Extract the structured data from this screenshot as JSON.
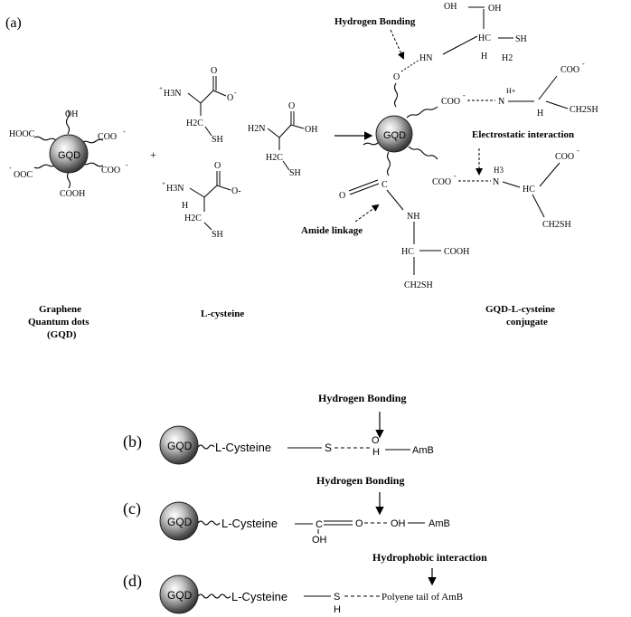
{
  "panel_labels": {
    "a": "(a)",
    "b": "(b)",
    "c": "(c)",
    "d": "(d)"
  },
  "gqd_label": "GQD",
  "plus": "+",
  "gqd_groups": {
    "oh": "OH",
    "hooc": "HOOC",
    "coo_right": "COO",
    "coo_left": "OOC",
    "coo_lower": "COO",
    "cooh": "COOH",
    "minus": "-"
  },
  "cysteine_a": {
    "h3n": "H3N",
    "plus": "+",
    "carbon_o": "O",
    "o_minus": "O",
    "minus": "-",
    "h2c": "H2C",
    "sh": "SH"
  },
  "cysteine_b": {
    "h2n": "H2N",
    "o": "O",
    "oh": "OH",
    "h2c": "H2C",
    "sh": "SH"
  },
  "cysteine_c": {
    "h3n": "H3N",
    "plus": "+",
    "o": "O",
    "o_minus": "O-",
    "h": "H",
    "h2c": "H2C",
    "sh": "SH"
  },
  "conjugate": {
    "hbond_title": "Hydrogen Bonding",
    "oh": "OH",
    "o_top": "O",
    "hn": "HN",
    "hc": "HC",
    "sh_top": "SH",
    "h_top": "H",
    "h2c_top": "H2",
    "coo_mid": "COO",
    "minus": "-",
    "n_h3_mid": "N",
    "h_plus": "H+",
    "coo_right_top": "COO",
    "h_mid": "H",
    "ch2sh_mid": "CH2SH",
    "electro_title": "Electrostatic interaction",
    "coo_low": "COO",
    "n_low": "N",
    "h3_low": "H3",
    "hc_low": "HC",
    "coo_low_right": "COO",
    "ch2sh_low": "CH2SH",
    "o_amide": "O",
    "c_amide": "C",
    "nh": "NH",
    "amide_title": "Amide linkage",
    "hc_amide": "HC",
    "cooh_amide": "COOH",
    "ch2sh_amide": "CH2SH"
  },
  "captions": {
    "gqd_line1": "Graphene",
    "gqd_line2": "Quantum dots",
    "gqd_line3": "(GQD)",
    "cys": "L-cysteine",
    "conj_line1": "GQD-L-cysteine",
    "conj_line2": "conjugate"
  },
  "panel_b": {
    "title": "Hydrogen Bonding",
    "cys": "L-Cysteine",
    "s": "S",
    "o": "O",
    "h": "H",
    "amb": "AmB"
  },
  "panel_c": {
    "title": "Hydrogen Bonding",
    "cys": "L-Cysteine",
    "c": "C",
    "oh_under": "OH",
    "o": "O",
    "oh": "OH",
    "amb": "AmB"
  },
  "panel_d": {
    "title": "Hydrophobic interaction",
    "cys": "L-Cysteine",
    "s": "S",
    "h": "H",
    "tail": "Polyene tail of AmB"
  }
}
